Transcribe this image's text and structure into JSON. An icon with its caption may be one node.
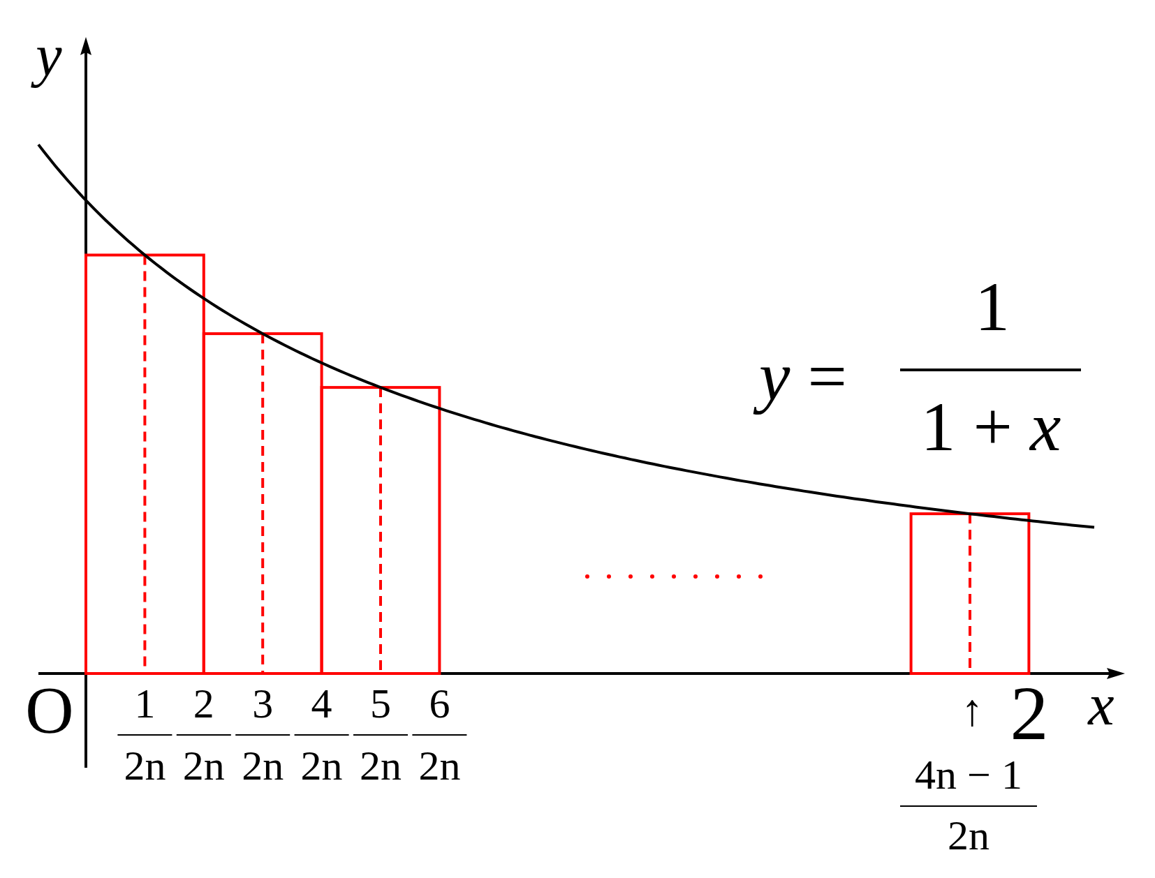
{
  "diagram": {
    "labels": [
      "y",
      "*y* =",
      "1",
      "1 + *x*",
      "O",
      "1",
      "2n",
      "2",
      "2n",
      "3",
      "2n",
      "4",
      "2n",
      "5",
      "2n",
      "6",
      "2n",
      "↑",
      "2",
      "x",
      "4n − 1",
      "2n"
    ]
  }
}
